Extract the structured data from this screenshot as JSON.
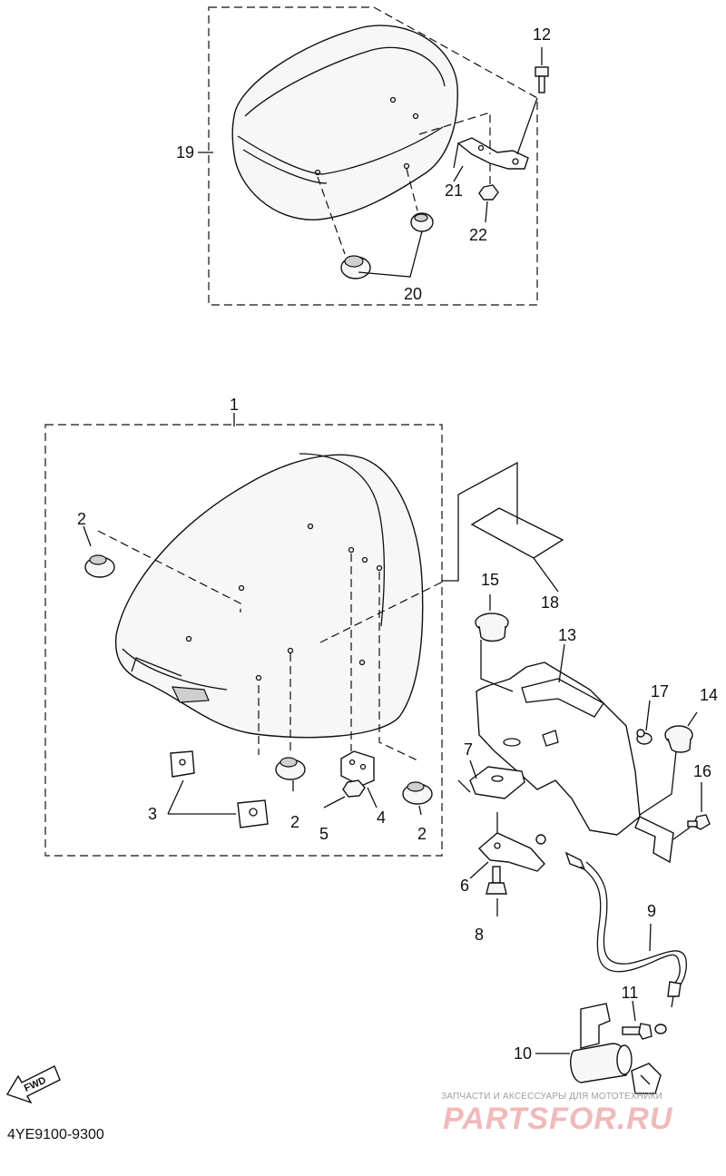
{
  "callouts": {
    "c1": "1",
    "c2a": "2",
    "c2b": "2",
    "c2c": "2",
    "c3": "3",
    "c4": "4",
    "c5": "5",
    "c6": "6",
    "c7": "7",
    "c8": "8",
    "c9": "9",
    "c10": "10",
    "c11": "11",
    "c12": "12",
    "c13": "13",
    "c14": "14",
    "c15": "15",
    "c16": "16",
    "c17": "17",
    "c18": "18",
    "c19": "19",
    "c20": "20",
    "c21": "21",
    "c22": "22"
  },
  "direction_label": "FWD",
  "diagram_code": "4YE9100-9300",
  "watermark": {
    "line1": "ЗАПЧАСТИ И АКСЕССУАРЫ ДЛЯ МОТОТЕХНИКИ",
    "line2": "PARTSFOR.RU"
  }
}
